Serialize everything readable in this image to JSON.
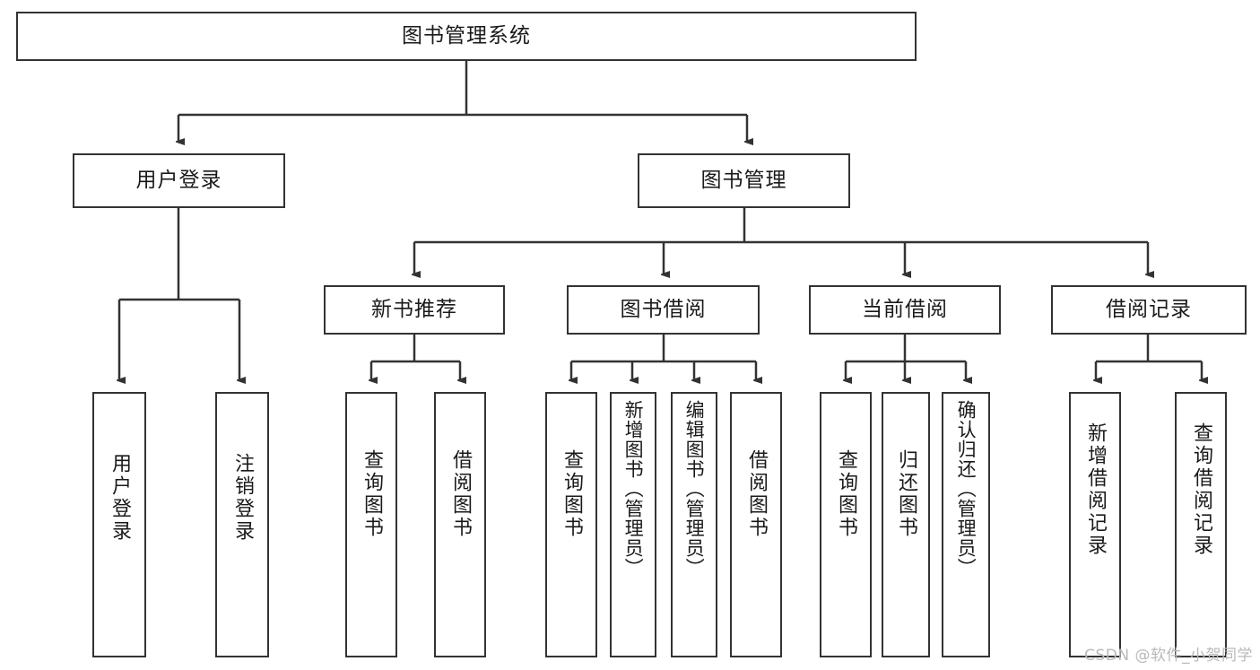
{
  "diagram": {
    "title": "图书管理系统",
    "type": "tree",
    "root": {
      "label": "图书管理系统"
    },
    "level2": [
      {
        "label": "用户登录"
      },
      {
        "label": "图书管理"
      }
    ],
    "level3": [
      {
        "label": "新书推荐"
      },
      {
        "label": "图书借阅"
      },
      {
        "label": "当前借阅"
      },
      {
        "label": "借阅记录"
      }
    ],
    "leaves": {
      "user_login": [
        {
          "label": "用户登录"
        },
        {
          "label": "注销登录"
        }
      ],
      "new_book_recommend": [
        {
          "label": "查询图书"
        },
        {
          "label": "借阅图书"
        }
      ],
      "book_borrow": [
        {
          "label": "查询图书"
        },
        {
          "label": "新增图书（管理员）"
        },
        {
          "label": "编辑图书（管理员）"
        },
        {
          "label": "借阅图书"
        }
      ],
      "current_borrow": [
        {
          "label": "查询图书"
        },
        {
          "label": "归还图书"
        },
        {
          "label": "确认归还（管理员）"
        }
      ],
      "borrow_record": [
        {
          "label": "新增借阅记录"
        },
        {
          "label": "查询借阅记录"
        }
      ]
    }
  },
  "watermark": {
    "text": "CSDN @软件_小贺同学"
  },
  "colors": {
    "stroke": "#333333",
    "box_fill": "#ffffff",
    "text": "#1a1a1a",
    "watermark": "#b9b9b9"
  }
}
